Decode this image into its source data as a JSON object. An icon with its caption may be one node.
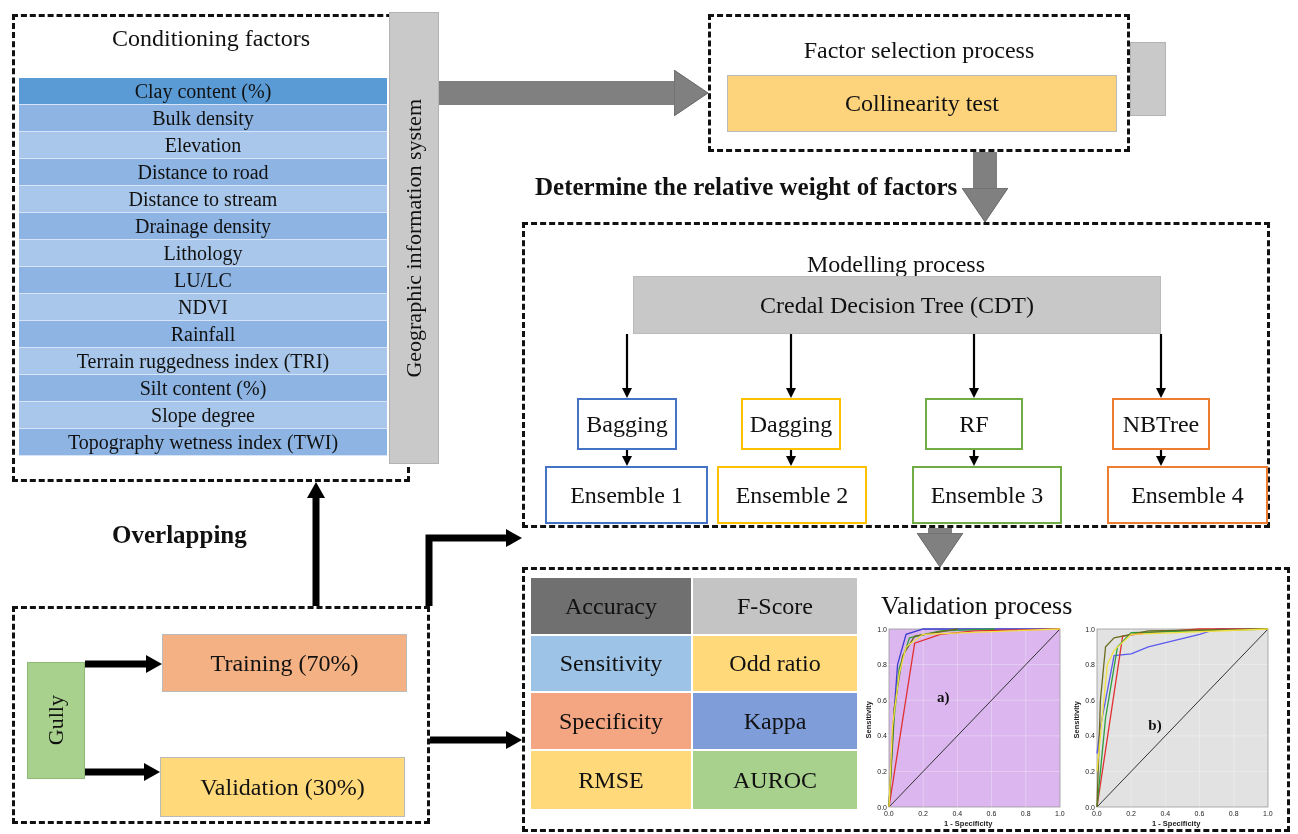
{
  "diagram": {
    "nodes": [
      {
        "text": [
          "Conditioning factors"
        ]
      },
      {
        "text": [
          "Clay content (%)"
        ],
        "in": 0
      },
      {
        "text": [
          "Bulk density"
        ],
        "in": 0
      },
      {
        "text": [
          "Elevation"
        ],
        "in": 0
      },
      {
        "text": [
          "Distance to road"
        ],
        "in": 0
      },
      {
        "text": [
          "Distance to stream"
        ],
        "in": 0
      },
      {
        "text": [
          "Drainage density"
        ],
        "in": 0
      },
      {
        "text": [
          "Lithology"
        ],
        "in": 0
      },
      {
        "text": [
          "LU/LC"
        ],
        "in": 0
      },
      {
        "text": [
          "NDVI"
        ],
        "in": 0
      },
      {
        "text": [
          "Rainfall"
        ],
        "in": 0
      },
      {
        "text": [
          "Terrain ruggedness index (TRI)"
        ],
        "in": 0
      },
      {
        "text": [
          "Silt content (%)"
        ],
        "in": 0
      },
      {
        "text": [
          "Slope degree"
        ],
        "in": 0
      },
      {
        "text": [
          "Topography wetness index (TWI)"
        ],
        "in": 0
      },
      {
        "text": [
          "Geographic information system"
        ]
      },
      {
        "text": [
          "Factor selection process"
        ]
      },
      {
        "text": [
          "Collinearity test"
        ],
        "in": 16
      },
      {
        "text": [],
        "shape": "box"
      },
      {
        "text": [
          "Modelling process"
        ]
      },
      {
        "text": [
          "Credal Decision Tree (CDT)"
        ],
        "in": 19
      },
      {
        "text": [
          "Bagging"
        ],
        "in": 19
      },
      {
        "text": [
          "Dagging"
        ],
        "in": 19
      },
      {
        "text": [
          "RF"
        ],
        "in": 19
      },
      {
        "text": [
          "NBTree"
        ],
        "in": 19
      },
      {
        "text": [
          "Ensemble 1"
        ],
        "in": 19
      },
      {
        "text": [
          "Ensemble 2"
        ],
        "in": 19
      },
      {
        "text": [
          "Ensemble 3"
        ],
        "in": 19
      },
      {
        "text": [
          "Ensemble 4"
        ],
        "in": 19
      },
      {
        "text": [
          "Validation process"
        ]
      },
      {
        "text": [
          "Accuracy"
        ],
        "in": 29
      },
      {
        "text": [
          "F-Score"
        ],
        "in": 29
      },
      {
        "text": [
          "Sensitivity"
        ],
        "in": 29
      },
      {
        "text": [
          "Odd ratio"
        ],
        "in": 29
      },
      {
        "text": [
          "Specificity"
        ],
        "in": 29
      },
      {
        "text": [
          "Kappa"
        ],
        "in": 29
      },
      {
        "text": [
          "RMSE"
        ],
        "in": 29
      },
      {
        "text": [
          "AUROC"
        ],
        "in": 29
      },
      {
        "text": [],
        "shape": "box"
      },
      {
        "text": [
          "Gully"
        ],
        "in": 38
      },
      {
        "text": [
          "Training (70%)"
        ],
        "in": 38
      },
      {
        "text": [
          "Validation (30%)"
        ],
        "in": 38
      }
    ],
    "edges": [
      {
        "from": 15,
        "to": 16,
        "arrow": "to",
        "style": "thick",
        "color": "#808080"
      },
      {
        "from": 16,
        "to": 19,
        "arrow": "to",
        "style": "thick",
        "color": "#808080",
        "label": "Determine the relative weight of factors"
      },
      {
        "from": 20,
        "to": 21,
        "arrow": "to"
      },
      {
        "from": 20,
        "to": 22,
        "arrow": "to"
      },
      {
        "from": 20,
        "to": 23,
        "arrow": "to"
      },
      {
        "from": 20,
        "to": 24,
        "arrow": "to"
      },
      {
        "from": 21,
        "to": 25,
        "arrow": "to"
      },
      {
        "from": 22,
        "to": 26,
        "arrow": "to"
      },
      {
        "from": 23,
        "to": 27,
        "arrow": "to"
      },
      {
        "from": 24,
        "to": 28,
        "arrow": "to"
      },
      {
        "from": 19,
        "to": 29,
        "arrow": "to",
        "style": "thick",
        "color": "#808080"
      },
      {
        "from": 38,
        "to": 0,
        "arrow": "to",
        "style": "thick",
        "label": "Overlapping"
      },
      {
        "from": 38,
        "to": 19,
        "arrow": "to",
        "style": "thick"
      },
      {
        "from": 38,
        "to": 29,
        "arrow": "to",
        "style": "thick"
      },
      {
        "from": 39,
        "to": 40,
        "arrow": "to",
        "style": "thick"
      },
      {
        "from": 39,
        "to": 41,
        "arrow": "to",
        "style": "thick"
      }
    ],
    "labels": [
      "Sensitivity",
      "0.0",
      "0.2",
      "0.4",
      "0.6",
      "0.8",
      "1.0",
      "0.0",
      "0.2",
      "0.4",
      "0.6",
      "0.8",
      "1.0",
      "1 - Specificity",
      "a)",
      "Sensitivity",
      "0.0",
      "0.2",
      "0.4",
      "0.6",
      "0.8",
      "1.0",
      "0.0",
      "0.2",
      "0.4",
      "0.6",
      "0.8",
      "1.0",
      "1 - Specificity",
      "b)"
    ]
  }
}
